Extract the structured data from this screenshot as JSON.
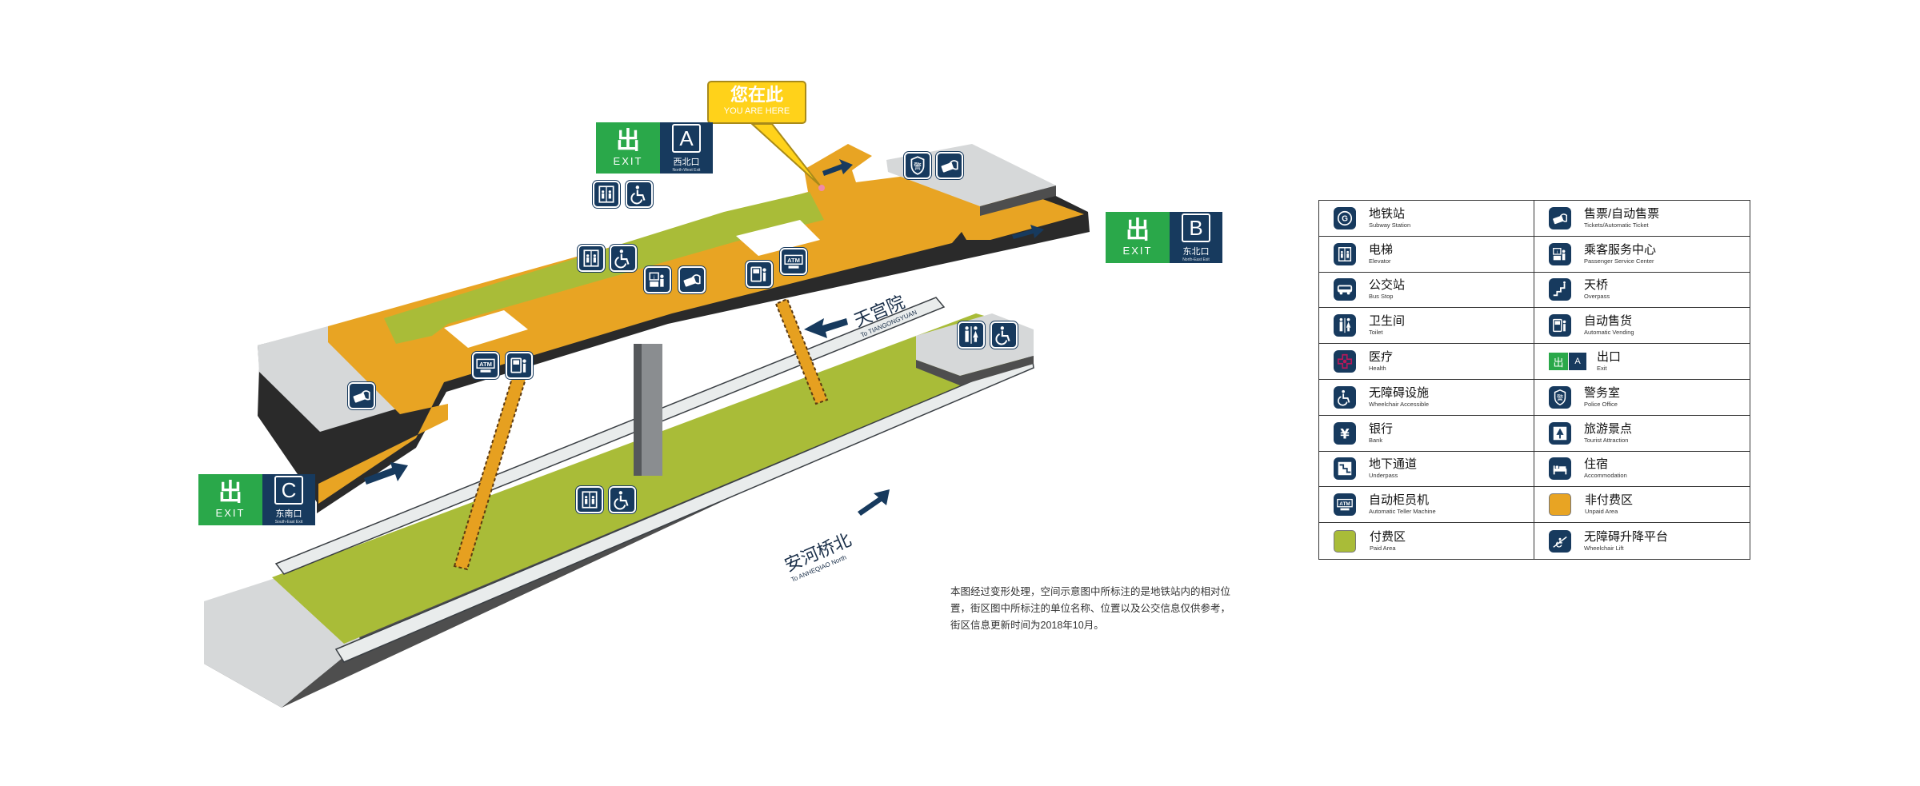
{
  "colors": {
    "unpaid": "#e8a423",
    "paid": "#a9bc38",
    "navy": "#173a5e",
    "exit_green": "#2aa84a",
    "you_are_here": "#ffd21a",
    "platform_gray": "#d7d9da"
  },
  "you_are_here": {
    "cn": "您在此",
    "en": "YOU ARE HERE"
  },
  "exits": [
    {
      "id": "A",
      "letter": "A",
      "word": "EXIT",
      "cn": "西北口",
      "en": "North-West Exit"
    },
    {
      "id": "B",
      "letter": "B",
      "word": "EXIT",
      "cn": "东北口",
      "en": "North-East Exit"
    },
    {
      "id": "C",
      "letter": "C",
      "word": "EXIT",
      "cn": "东南口",
      "en": "South-East Exit"
    }
  ],
  "directions": [
    {
      "id": "tiangongyuan",
      "cn": "天宫院",
      "en": "To TIANGONGYUAN"
    },
    {
      "id": "anheqiaobei",
      "cn": "安河桥北",
      "en": "To ANHEQIAO North"
    }
  ],
  "map_icons": [
    {
      "name": "elevator-icon-a",
      "icon": "elevator"
    },
    {
      "name": "wheelchair-icon-a",
      "icon": "wheelchair"
    },
    {
      "name": "police-icon-top",
      "icon": "police"
    },
    {
      "name": "ticket-icon-top",
      "icon": "ticket"
    },
    {
      "name": "elevator-icon-mid",
      "icon": "elevator"
    },
    {
      "name": "wheelchair-icon-mid",
      "icon": "wheelchair"
    },
    {
      "name": "service-center-icon",
      "icon": "service"
    },
    {
      "name": "ticket-icon-mid",
      "icon": "ticket"
    },
    {
      "name": "vending-icon-mid",
      "icon": "vending"
    },
    {
      "name": "atm-icon-mid",
      "icon": "atm"
    },
    {
      "name": "atm-icon-left",
      "icon": "atm"
    },
    {
      "name": "vending-icon-left",
      "icon": "vending"
    },
    {
      "name": "ticket-icon-left",
      "icon": "ticket"
    },
    {
      "name": "toilet-icon-platform",
      "icon": "toilet"
    },
    {
      "name": "wheelchair-icon-platform",
      "icon": "wheelchair"
    },
    {
      "name": "elevator-icon-platform",
      "icon": "elevator"
    },
    {
      "name": "wheelchair-icon-platform-2",
      "icon": "wheelchair"
    }
  ],
  "note": "本图经过变形处理，空间示意图中所标注的是地铁站内的相对位置，街区图中所标注的单位名称、位置以及公交信息仅供参考，街区信息更新时间为2018年10月。",
  "legend": [
    {
      "icon": "subway",
      "cn": "地铁站",
      "en": "Subway Station"
    },
    {
      "icon": "ticket",
      "cn": "售票/自动售票",
      "en": "Tickets/Automatic Ticket"
    },
    {
      "icon": "elevator",
      "cn": "电梯",
      "en": "Elevator"
    },
    {
      "icon": "service",
      "cn": "乘客服务中心",
      "en": "Passenger Service Center"
    },
    {
      "icon": "bus",
      "cn": "公交站",
      "en": "Bus Stop"
    },
    {
      "icon": "overpass",
      "cn": "天桥",
      "en": "Overpass"
    },
    {
      "icon": "toilet",
      "cn": "卫生间",
      "en": "Toilet"
    },
    {
      "icon": "vending",
      "cn": "自动售货",
      "en": "Automatic Vending"
    },
    {
      "icon": "health",
      "cn": "医疗",
      "en": "Health"
    },
    {
      "icon": "exit",
      "cn": "出口",
      "en": "Exit",
      "exit_letter": "A"
    },
    {
      "icon": "wheelchair",
      "cn": "无障碍设施",
      "en": "Wheelchair Accessible"
    },
    {
      "icon": "police",
      "cn": "警务室",
      "en": "Police Office"
    },
    {
      "icon": "bank",
      "cn": "银行",
      "en": "Bank"
    },
    {
      "icon": "tourist",
      "cn": "旅游景点",
      "en": "Tourist Attraction"
    },
    {
      "icon": "underpass",
      "cn": "地下通道",
      "en": "Underpass"
    },
    {
      "icon": "accommodation",
      "cn": "住宿",
      "en": "Accommodation"
    },
    {
      "icon": "atm",
      "cn": "自动柜员机",
      "en": "Automatic Teller Machine"
    },
    {
      "icon": "swatch-unpaid",
      "cn": "非付费区",
      "en": "Unpaid Area"
    },
    {
      "icon": "swatch-paid",
      "cn": "付费区",
      "en": "Paid Area"
    },
    {
      "icon": "lift",
      "cn": "无障碍升降平台",
      "en": "Wheelchair Lift"
    }
  ]
}
